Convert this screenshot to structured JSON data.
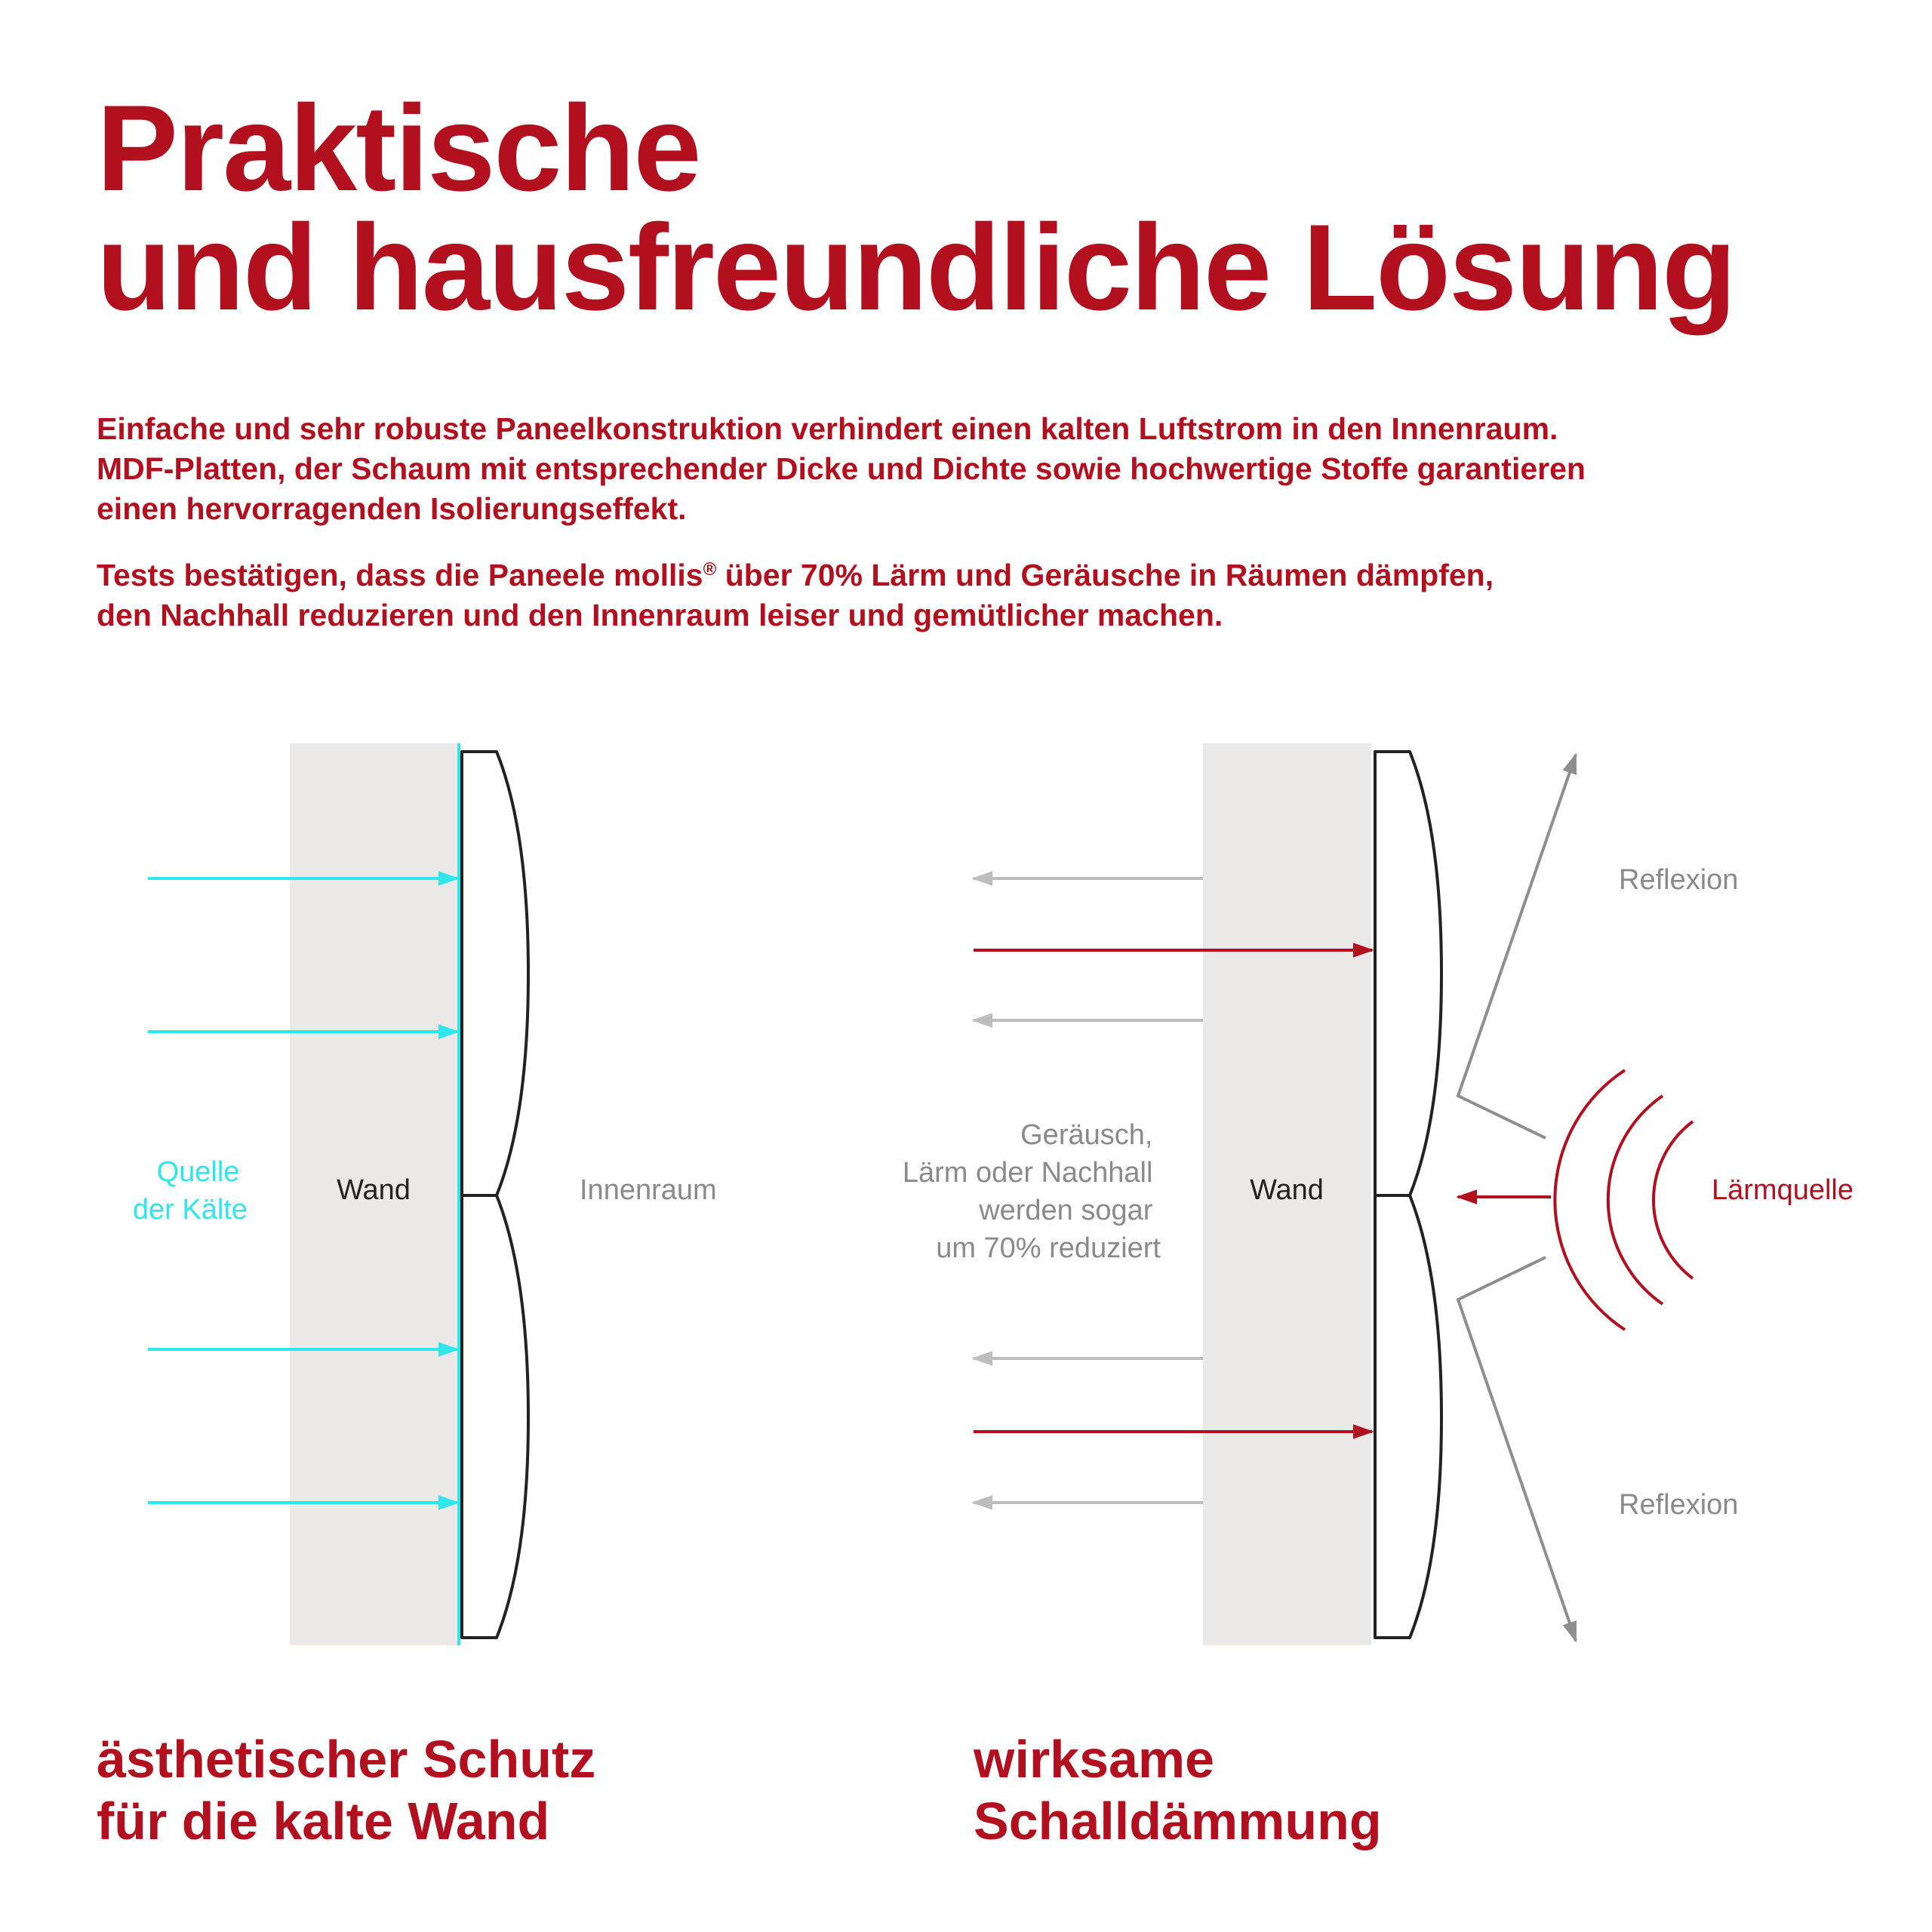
{
  "title": {
    "line1": "Praktische",
    "line2": "und hausfreundliche Lösung"
  },
  "intro": {
    "paragraph1": [
      "Einfache und sehr robuste Paneelkonstruktion verhindert einen kalten Luftstrom in den Innenraum.",
      "MDF-Platten, der Schaum mit entsprechender Dicke und Dichte sowie hochwertige Stoffe garantieren",
      "einen hervorragenden Isolierungseffekt."
    ],
    "paragraph2_line1_before": "Tests bestätigen, dass die Paneele mollis",
    "paragraph2_reg_mark": "®",
    "paragraph2_line1_after": " über 70% Lärm und Geräusche in Räumen dämpfen,",
    "paragraph2_line2": "den Nachhall reduzieren und den Innenraum leiser und gemütlicher machen."
  },
  "left_diagram": {
    "source_label": [
      "Quelle",
      "der Kälte"
    ],
    "wall_label": "Wand",
    "interior_label": "Innenraum",
    "caption": [
      "ästhetischer Schutz",
      "für die kalte Wand"
    ]
  },
  "right_diagram": {
    "noise_note": [
      "Geräusch,",
      "Lärm oder Nachhall",
      "werden sogar",
      "um 70% reduziert"
    ],
    "wall_label": "Wand",
    "reflection_top": "Reflexion",
    "reflection_bottom": "Reflexion",
    "noise_source_label": "Lärmquelle",
    "caption": [
      "wirksame",
      "Schalldämmung"
    ]
  },
  "colors": {
    "brand_red": "#b3101f",
    "cold_cyan": "#2ee6ec",
    "wall_gray": "#ebe9e7",
    "arrow_gray": "#bdbdbd",
    "label_gray": "#8a8a8a"
  }
}
